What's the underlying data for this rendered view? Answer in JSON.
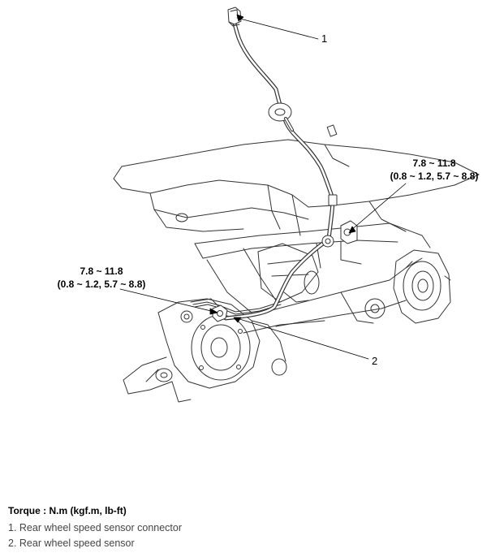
{
  "torque_upper": {
    "line1": "7.8 ~ 11.8",
    "line2": "(0.8 ~ 1.2, 5.7 ~ 8.8)"
  },
  "torque_lower": {
    "line1": "7.8 ~ 11.8",
    "line2": "(0.8 ~ 1.2, 5.7 ~ 8.8)"
  },
  "callouts": {
    "one": "1",
    "two": "2"
  },
  "legend": {
    "title": "Torque : N.m (kgf.m, lb-ft)",
    "items": [
      "1. Rear wheel speed sensor connector",
      "2. Rear wheel speed sensor"
    ]
  }
}
